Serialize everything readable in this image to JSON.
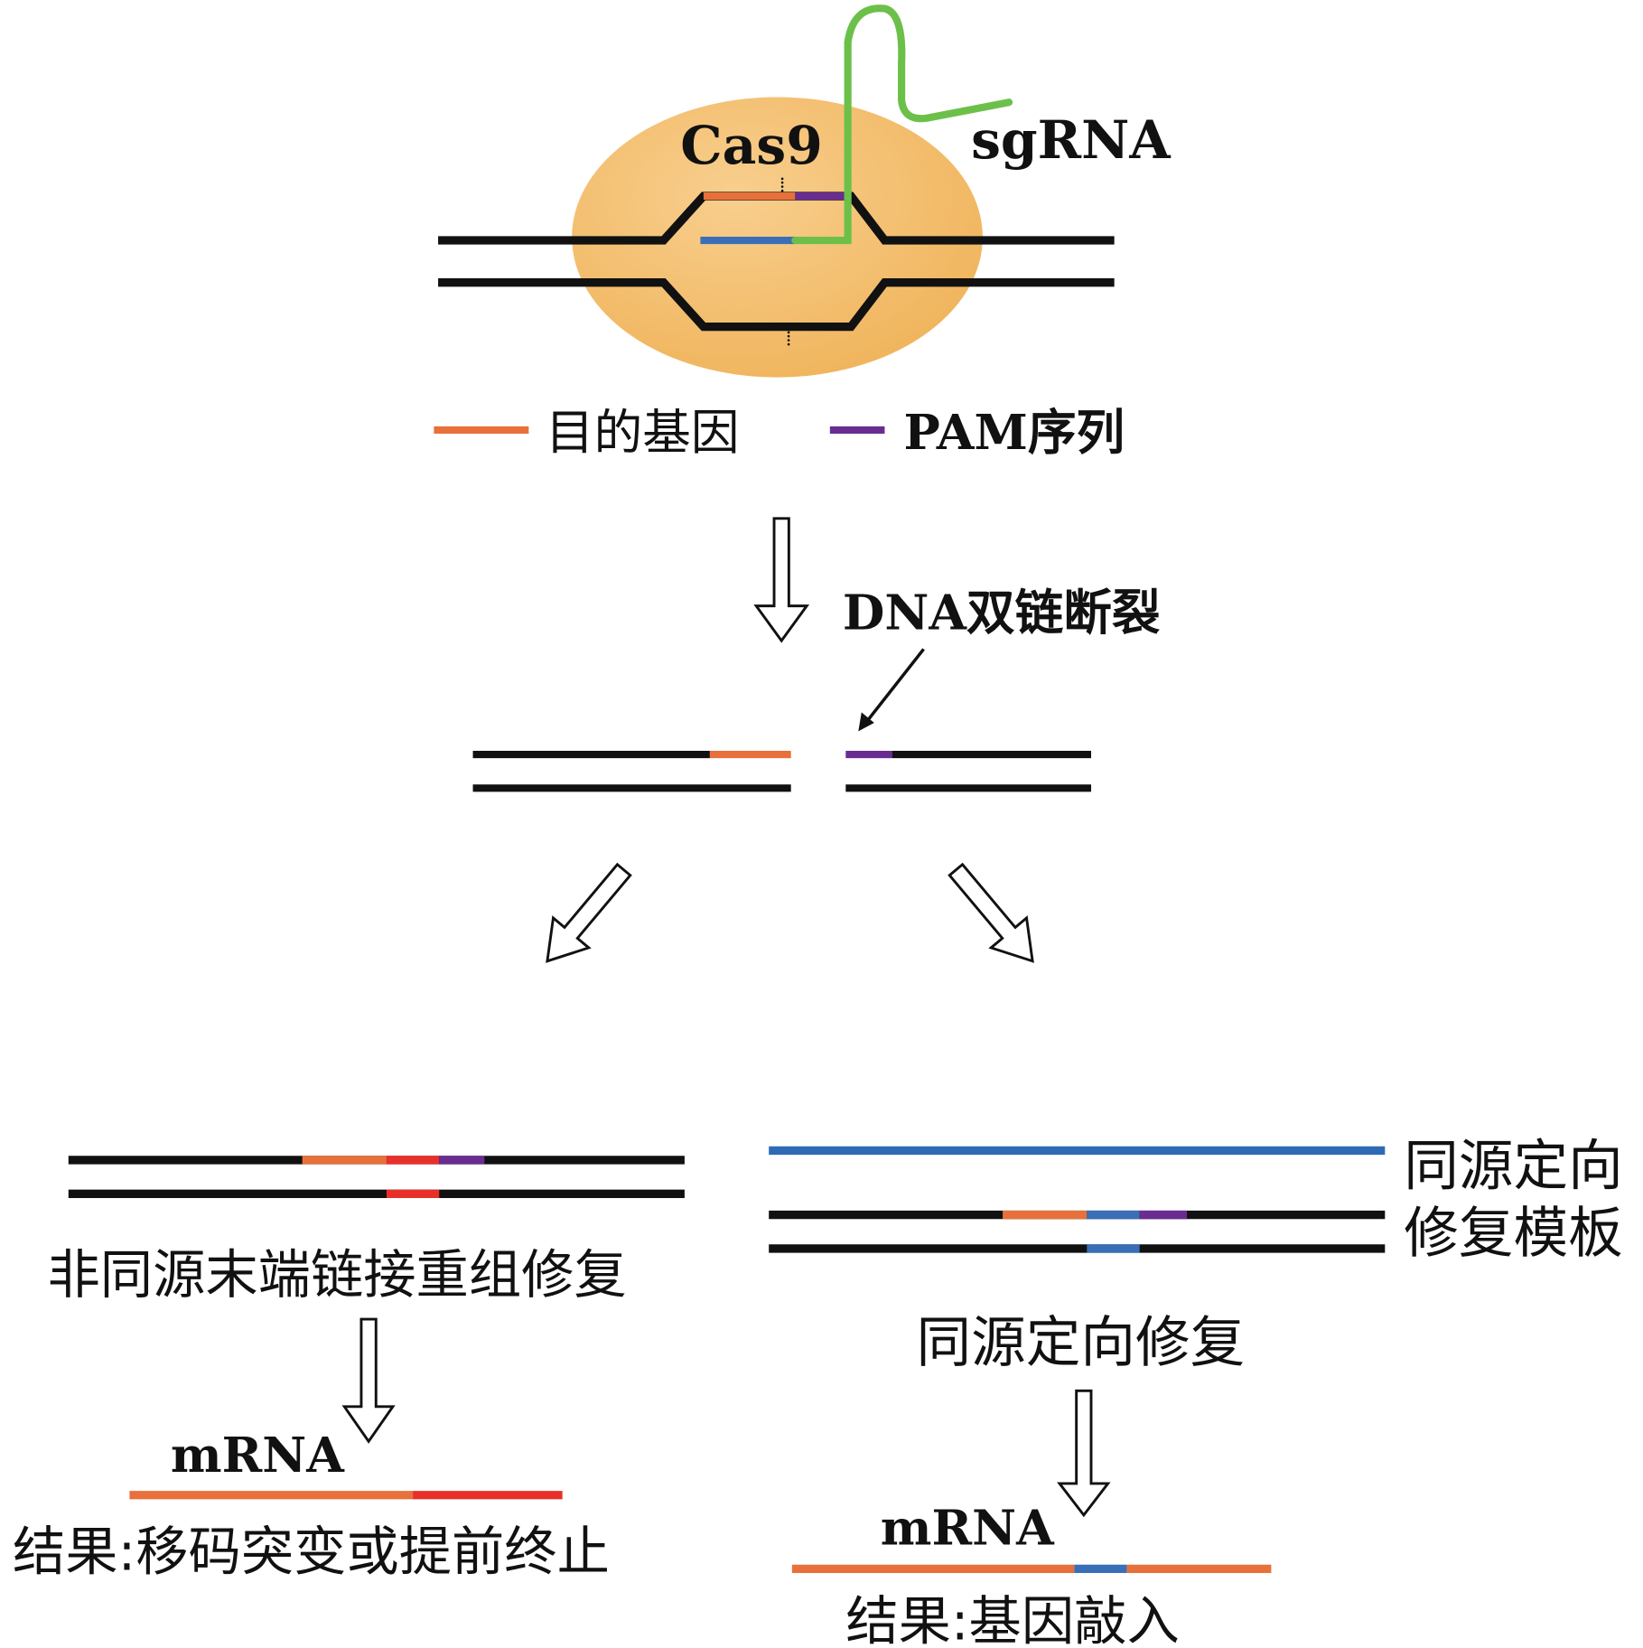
{
  "labels": {
    "cas9": "Cas9",
    "sgrna": "sgRNA",
    "legend_target": "目的基因",
    "legend_pam": "PAM序列",
    "dsb": "DNA双链断裂",
    "nhej": "非同源末端链接重组修复",
    "hdr_template": [
      "同源定向",
      "修复模板"
    ],
    "hdr": "同源定向修复",
    "mrna_left": "mRNA",
    "mrna_right": "mRNA",
    "result_left": "结果:移码突变或提前终止",
    "result_right": "结果:基因敲入"
  },
  "colors": {
    "dna": "#111111",
    "target_gene": "#e8703a",
    "pam": "#6a2c91",
    "sgrna": "#6cc04a",
    "guide": "#3a6fb8",
    "mutation": "#e8302a",
    "template": "#2f6bb5",
    "cas9": "#f5c27a"
  }
}
